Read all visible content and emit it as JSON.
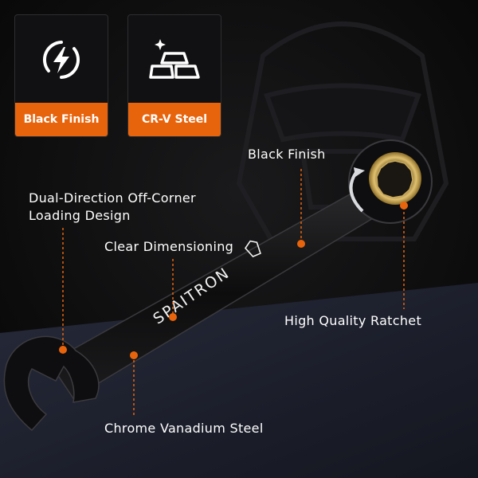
{
  "colors": {
    "accent": "#e8640c",
    "background": "#0b0b0c",
    "text": "#ffffff"
  },
  "badges": [
    {
      "label": "Black Finish",
      "icon": "lightning-circle-icon"
    },
    {
      "label": "CR-V Steel",
      "icon": "stacked-ingots-icon"
    }
  ],
  "brand": {
    "logo_text": "SPAITRON"
  },
  "callouts": {
    "black_finish": "Black Finish",
    "dual_direction": "Dual-Direction Off-Corner Loading Design",
    "clear_dimensioning": "Clear Dimensioning",
    "high_quality_ratchet": "High Quality Ratchet",
    "chrome_vanadium": "Chrome Vanadium Steel"
  }
}
